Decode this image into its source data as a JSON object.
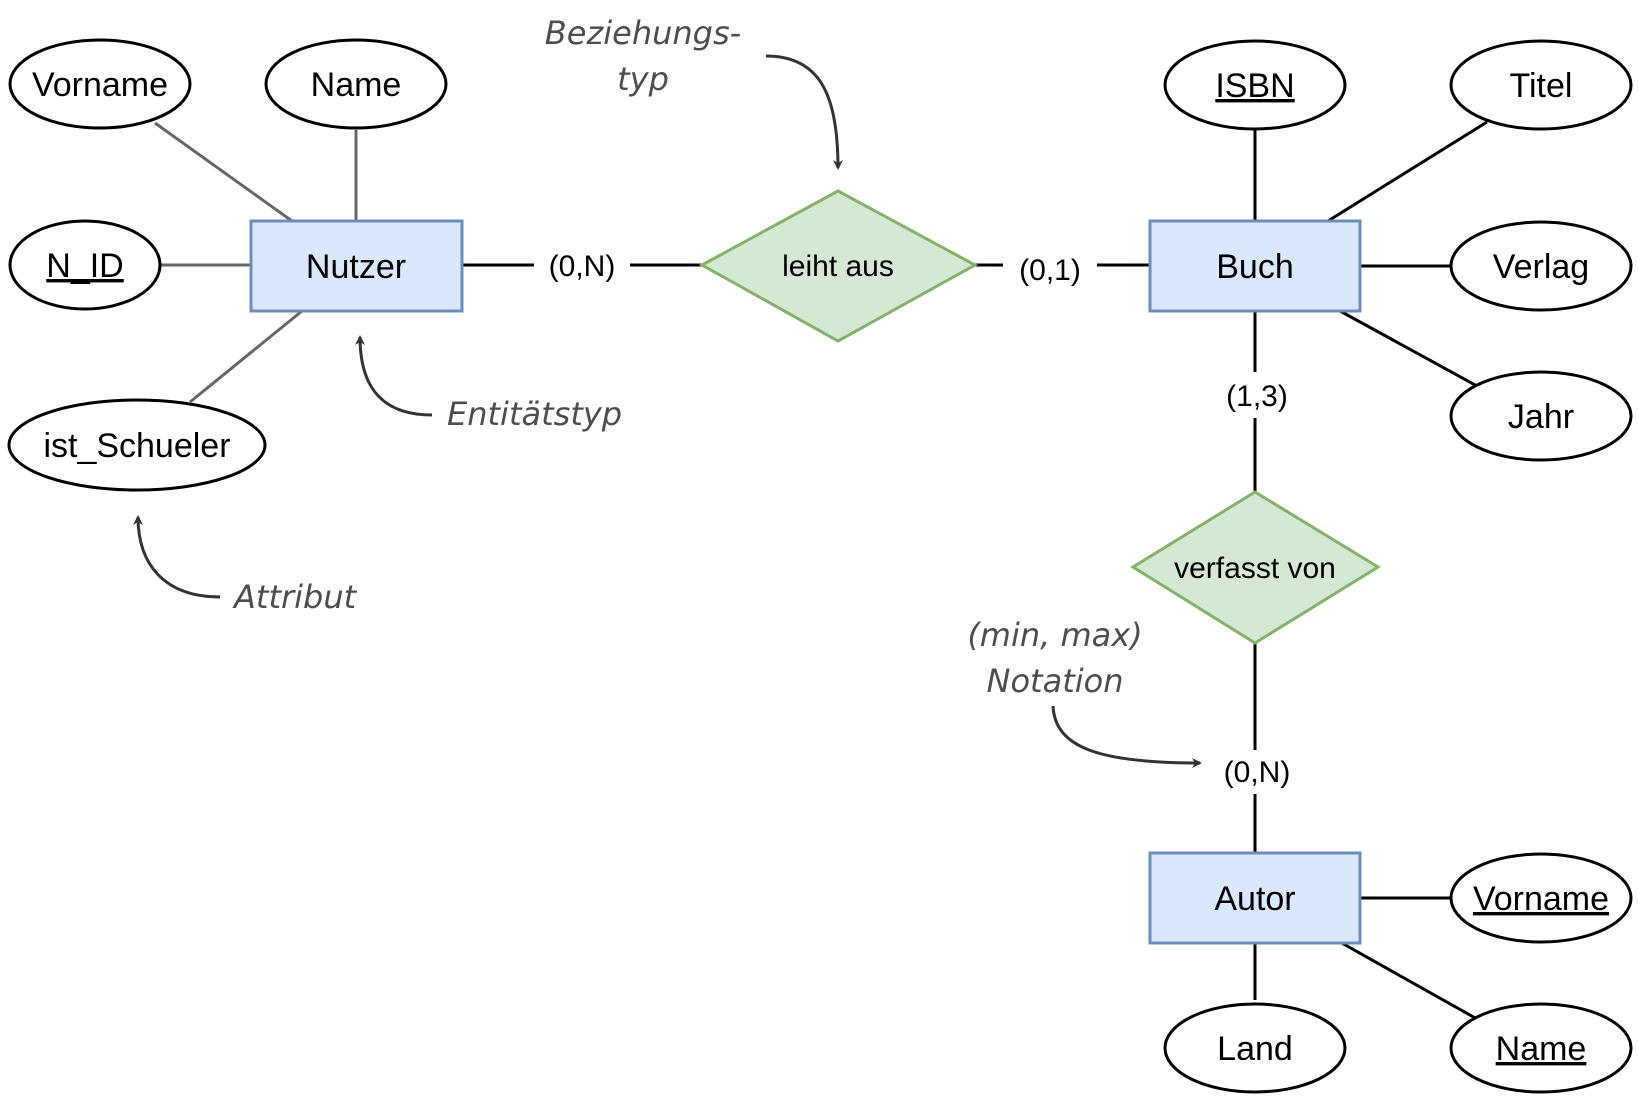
{
  "diagram": {
    "type": "er-diagram",
    "colors": {
      "entity_fill": "#dae8fc",
      "entity_stroke": "#6c8ebf",
      "relationship_fill": "#d5e8d4",
      "relationship_stroke": "#82b366",
      "annotation_text": "#4d4d4d"
    },
    "entities": {
      "nutzer": {
        "name": "Nutzer",
        "attributes": [
          {
            "label": "Vorname",
            "key": false
          },
          {
            "label": "Name",
            "key": false
          },
          {
            "label": "N_ID",
            "key": true
          },
          {
            "label": "ist_Schueler",
            "key": false
          }
        ]
      },
      "buch": {
        "name": "Buch",
        "attributes": [
          {
            "label": "ISBN",
            "key": true
          },
          {
            "label": "Titel",
            "key": false
          },
          {
            "label": "Verlag",
            "key": false
          },
          {
            "label": "Jahr",
            "key": false
          }
        ]
      },
      "autor": {
        "name": "Autor",
        "attributes": [
          {
            "label": "Vorname",
            "key": true
          },
          {
            "label": "Land",
            "key": false
          },
          {
            "label": "Name",
            "key": true
          }
        ]
      }
    },
    "relationships": {
      "leiht_aus": {
        "name": "leiht aus",
        "card_nutzer": "(0,N)",
        "card_buch": "(0,1)"
      },
      "verfasst_von": {
        "name": "verfasst von",
        "card_buch": "(1,3)",
        "card_autor": "(0,N)"
      }
    },
    "annotations": {
      "beziehungstyp_line1": "Beziehungs-",
      "beziehungstyp_line2": "typ",
      "entitaetstyp": "Entitätstyp",
      "attribut": "Attribut",
      "notation_line1": "(min, max)",
      "notation_line2": "Notation"
    }
  }
}
